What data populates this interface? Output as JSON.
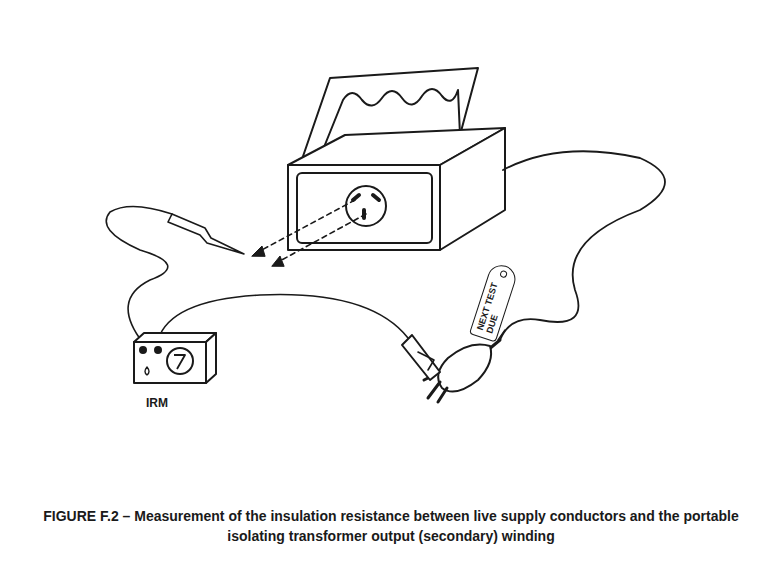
{
  "diagram": {
    "caption": "FIGURE F.2 – Measurement of the insulation resistance between live supply conductors and the portable isolating transformer output (secondary) winding",
    "nodes": [
      {
        "text": [
          "IRM"
        ]
      },
      {
        "text": [
          "NEXT TEST DUE"
        ]
      }
    ]
  }
}
